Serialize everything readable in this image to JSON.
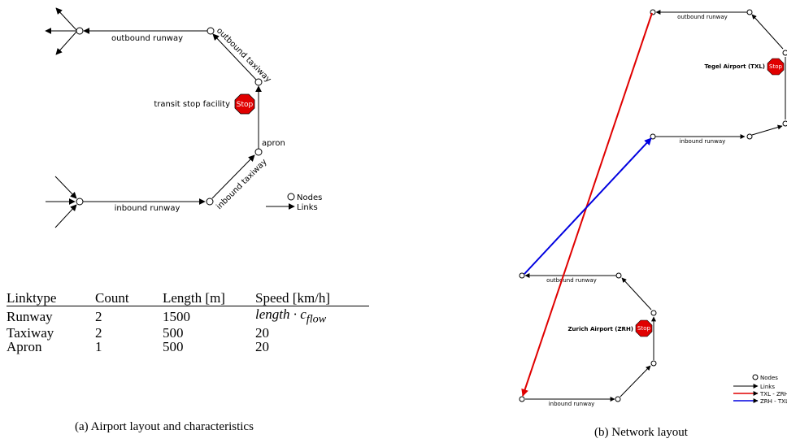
{
  "panel_a": {
    "labels": {
      "outbound_runway": "outbound runway",
      "outbound_taxiway": "outbound taxiway",
      "transit_stop_facility": "transit stop facility",
      "stop_sign": "Stop",
      "apron": "apron",
      "inbound_taxiway": "inbound taxiway",
      "inbound_runway": "inbound runway"
    },
    "legend": {
      "nodes": "Nodes",
      "links": "Links"
    },
    "table": {
      "headers": [
        "Linktype",
        "Count",
        "Length [m]",
        "Speed [km/h]"
      ],
      "rows": [
        [
          "Runway",
          "2",
          "1500",
          "length · c_flow"
        ],
        [
          "Taxiway",
          "2",
          "500",
          "20"
        ],
        [
          "Apron",
          "1",
          "500",
          "20"
        ]
      ],
      "speed_formula": {
        "base": "length · c",
        "subscript": "flow"
      }
    },
    "caption": "(a) Airport layout and characteristics"
  },
  "panel_b": {
    "top_airport": {
      "name": "Tegel Airport (TXL)",
      "outbound_runway": "outbound runway",
      "inbound_runway": "inbound runway",
      "stop_sign": "Stop"
    },
    "bottom_airport": {
      "name": "Zurich Airport (ZRH)",
      "outbound_runway": "outbound runway",
      "inbound_runway": "inbound runway",
      "stop_sign": "Stop"
    },
    "legend": {
      "nodes": "Nodes",
      "links": "Links",
      "txl_zrh": "TXL - ZRH",
      "zrh_txl": "ZRH - TXL"
    },
    "colors": {
      "txl_zrh": "#e00000",
      "zrh_txl": "#0000e0",
      "links": "#000000",
      "stop": "#e00000"
    },
    "caption": "(b) Network layout"
  }
}
